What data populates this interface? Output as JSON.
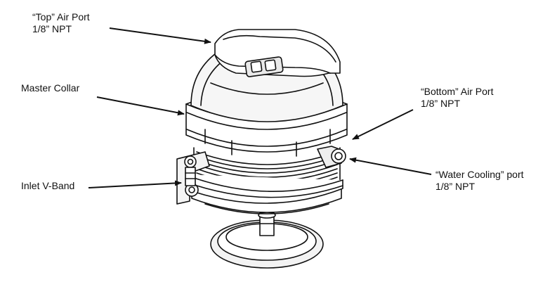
{
  "callouts": {
    "top_air_port": {
      "line1": "“Top” Air Port",
      "line2": "1/8” NPT"
    },
    "master_collar": {
      "line1": "Master Collar"
    },
    "bottom_air_port": {
      "line1": "“Bottom” Air Port",
      "line2": "1/8” NPT"
    },
    "inlet_vband": {
      "line1": "Inlet V-Band"
    },
    "water_cooling_port": {
      "line1": "“Water Cooling” port",
      "line2": "1/8” NPT"
    }
  },
  "colors": {
    "line": "#111111",
    "shade": "#e9e9e9",
    "background": "#ffffff"
  },
  "subject_icon": "wastegate-valve-drawing"
}
